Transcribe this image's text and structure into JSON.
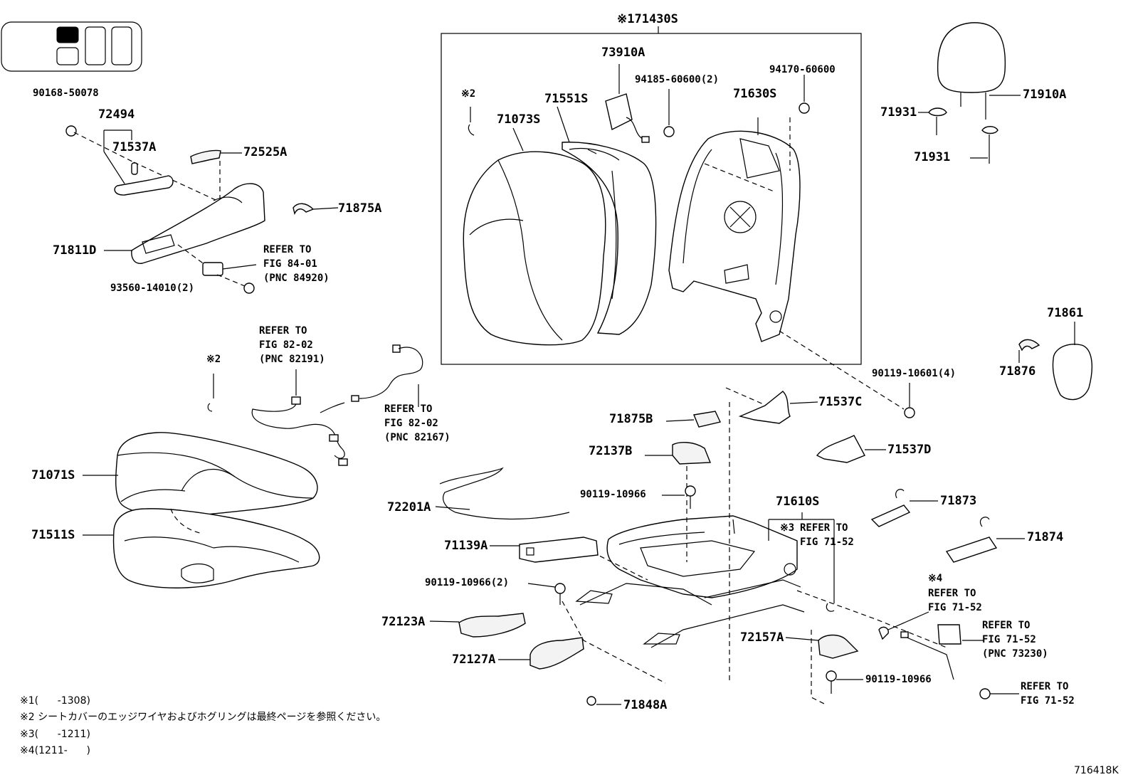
{
  "labels": {
    "p90168": "90168-50078",
    "p72494": "72494",
    "p71537A": "71537A",
    "p72525A": "72525A",
    "p71875A": "71875A",
    "p71811D": "71811D",
    "p93560": "93560-14010(2)",
    "p71430S": "※171430S",
    "p73910A": "73910A",
    "p94185": "94185-60600(2)",
    "p94170": "94170-60600",
    "p71551S": "71551S",
    "p71630S": "71630S",
    "p71073S": "71073S",
    "p71910A": "71910A",
    "p71931a": "71931",
    "p71931b": "71931",
    "p71861": "71861",
    "p71876": "71876",
    "p90119_4": "90119-10601(4)",
    "p71537C": "71537C",
    "p71875B": "71875B",
    "p72137B": "72137B",
    "p71537D": "71537D",
    "p90119_a": "90119-10966",
    "p71610S": "71610S",
    "p71873": "71873",
    "p72201A": "72201A",
    "p71874": "71874",
    "p71139A": "71139A",
    "p90119_2": "90119-10966(2)",
    "p72123A": "72123A",
    "p72127A": "72127A",
    "p72157A": "72157A",
    "p90119_b": "90119-10966",
    "p71848A": "71848A",
    "p71071S": "71071S",
    "p71511S": "71511S",
    "mk2a": "※2",
    "mk2b": "※2",
    "mk3": "※3",
    "mk4": "※4"
  },
  "refs": {
    "r1": "REFER TO\nFIG 84-01\n(PNC 84920)",
    "r2": "REFER TO\nFIG 82-02\n(PNC 82191)",
    "r3": "REFER TO\nFIG 82-02\n(PNC 82167)",
    "r4": "REFER TO\nFIG 71-52",
    "r5": "REFER TO\nFIG 71-52",
    "r6": "REFER TO\nFIG 71-52\n(PNC 73230)",
    "r7": "REFER TO\nFIG 71-52"
  },
  "notes": {
    "n1": "※1(      -1308)",
    "n2": "※2 シートカバーのエッジワイヤおよびホグリングは最終ページを参照ください。",
    "n3": "※3(      -1211)",
    "n4": "※4(1211-      )"
  },
  "figure_code": "716418K"
}
